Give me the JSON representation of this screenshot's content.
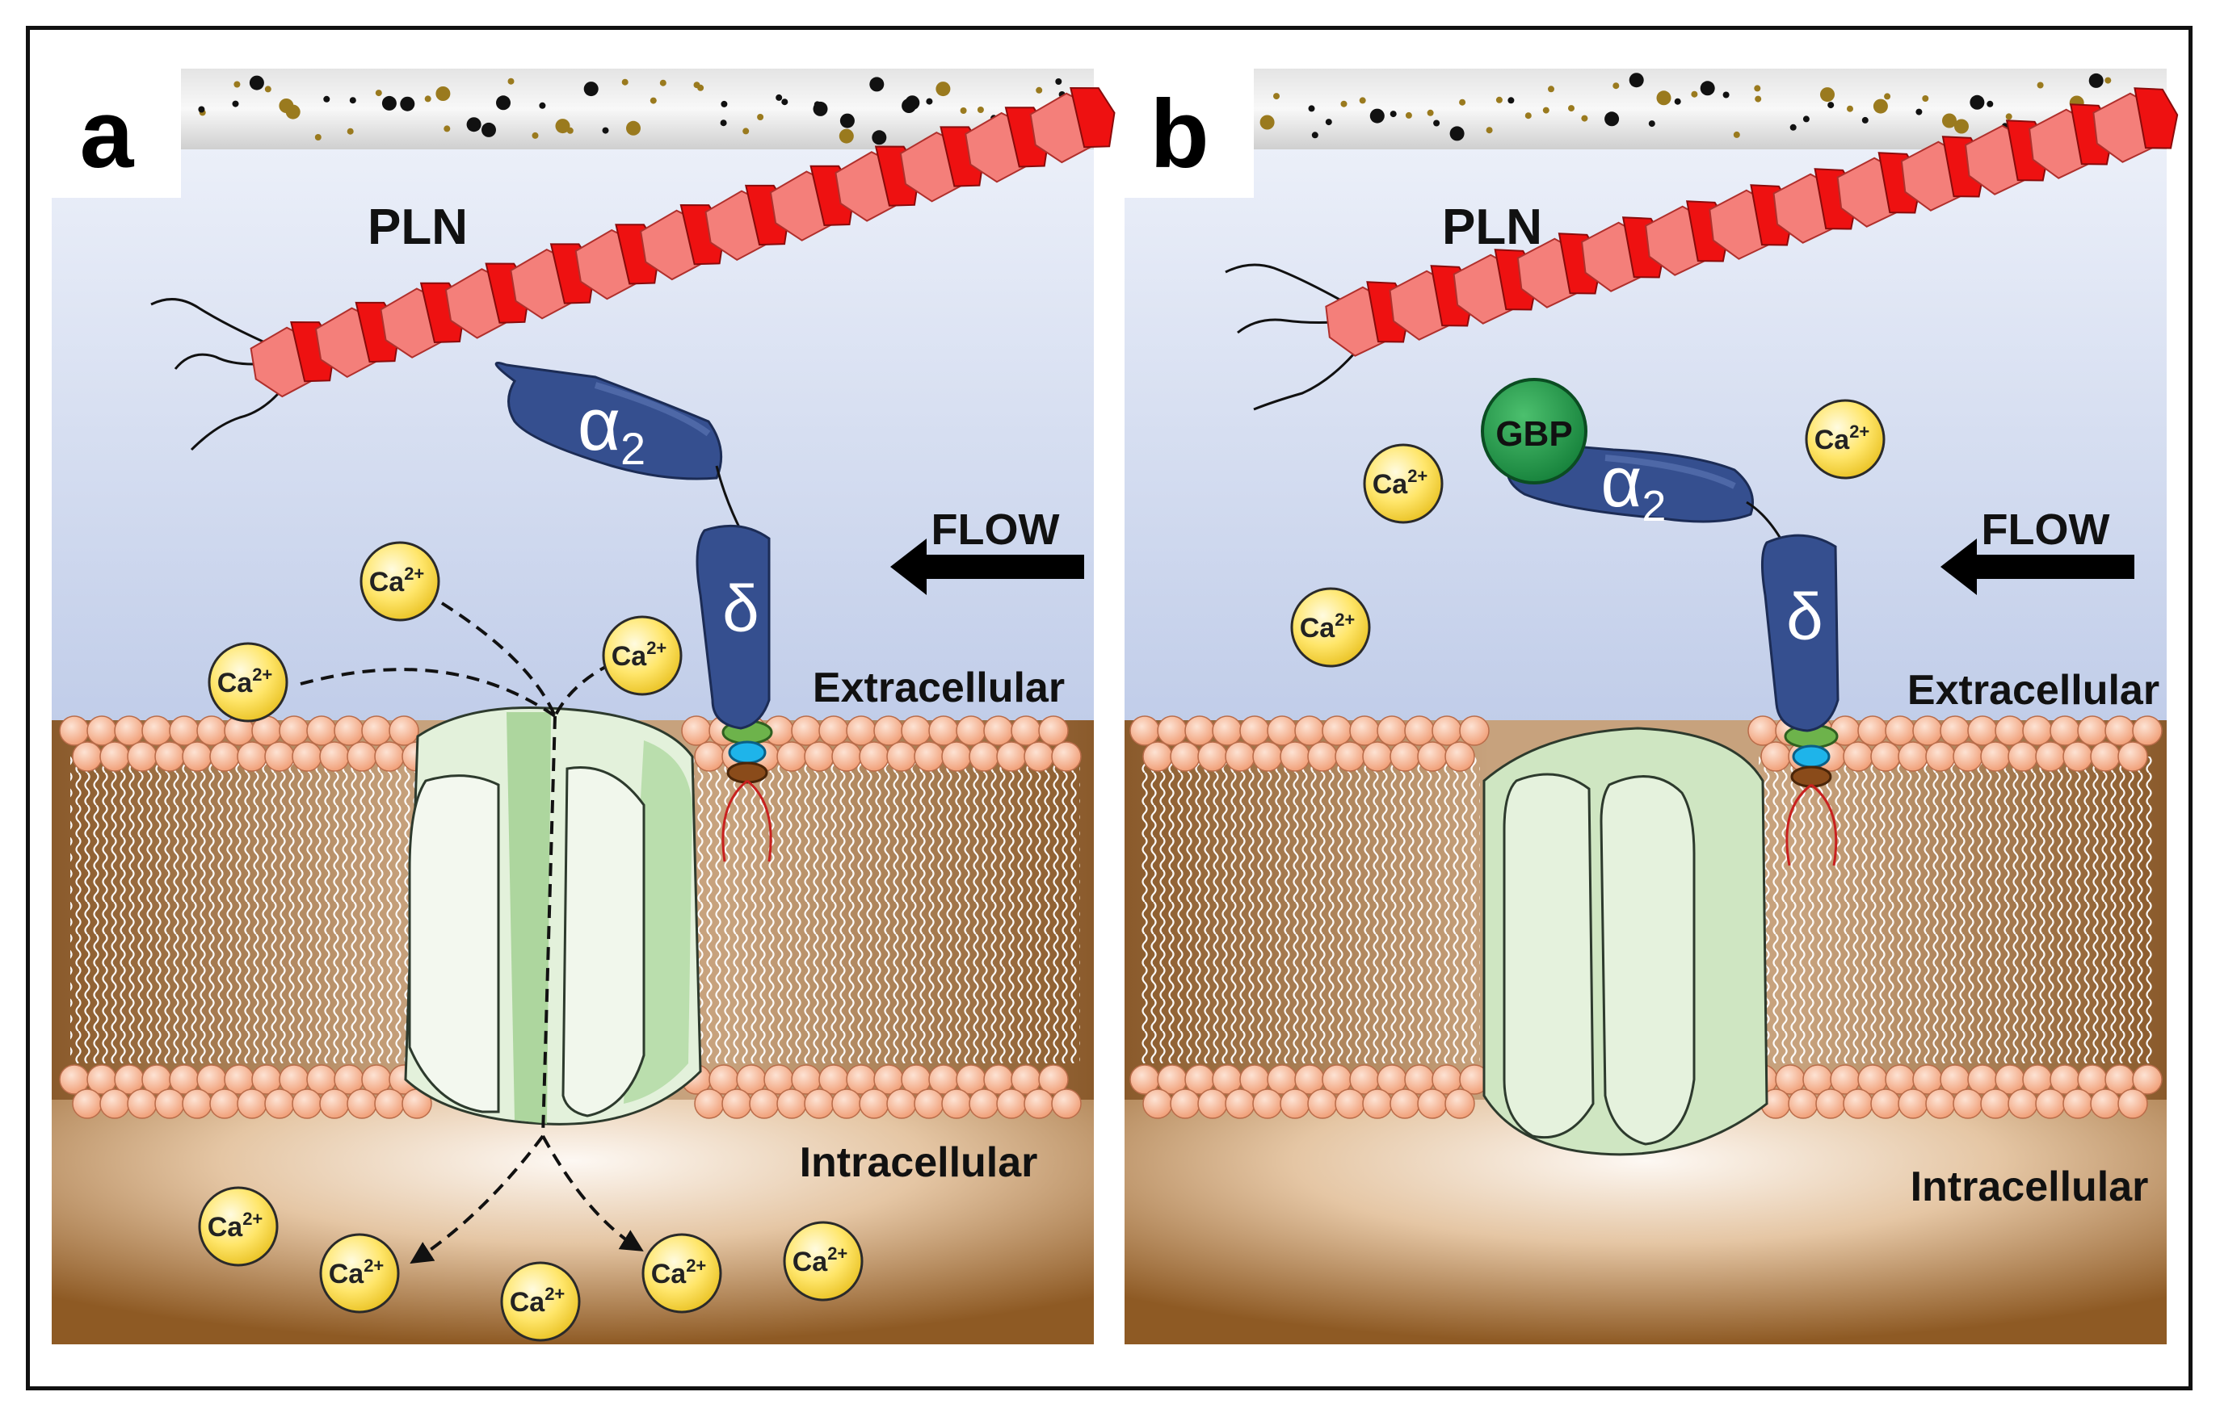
{
  "panels": [
    {
      "letter": "a",
      "pln_label": "PLN",
      "alpha_base": "α",
      "alpha_sub": "2",
      "delta_label": "δ",
      "flow_label": "FLOW",
      "extracellular_label": "Extracellular",
      "intracellular_label": "Intracellular",
      "ion_base": "Ca",
      "ion_charge": "2+",
      "channel_state": "open"
    },
    {
      "letter": "b",
      "pln_label": "PLN",
      "alpha_base": "α",
      "alpha_sub": "2",
      "delta_label": "δ",
      "flow_label": "FLOW",
      "extracellular_label": "Extracellular",
      "intracellular_label": "Intracellular",
      "ion_base": "Ca",
      "ion_charge": "2+",
      "gbp_label": "GBP",
      "channel_state": "blocked"
    }
  ],
  "colors": {
    "extracellular_top": "#f1f4fb",
    "extracellular_bottom": "#93a8d8",
    "cytoplasm_dark": "#8e5a24",
    "cytoplasm_light": "#fdf8f3",
    "membrane_bg": "#b08258",
    "lipid_head": "#f5b08e",
    "pln_red": "#ee1111",
    "pln_pink": "#f47f7a",
    "alpha_delta_blue": "#354f8f",
    "channel_green": "#e3f1db",
    "gbp_green": "#1f9a49",
    "ion_yellow": "#ffe66b",
    "flow_arrow": "#000000"
  }
}
